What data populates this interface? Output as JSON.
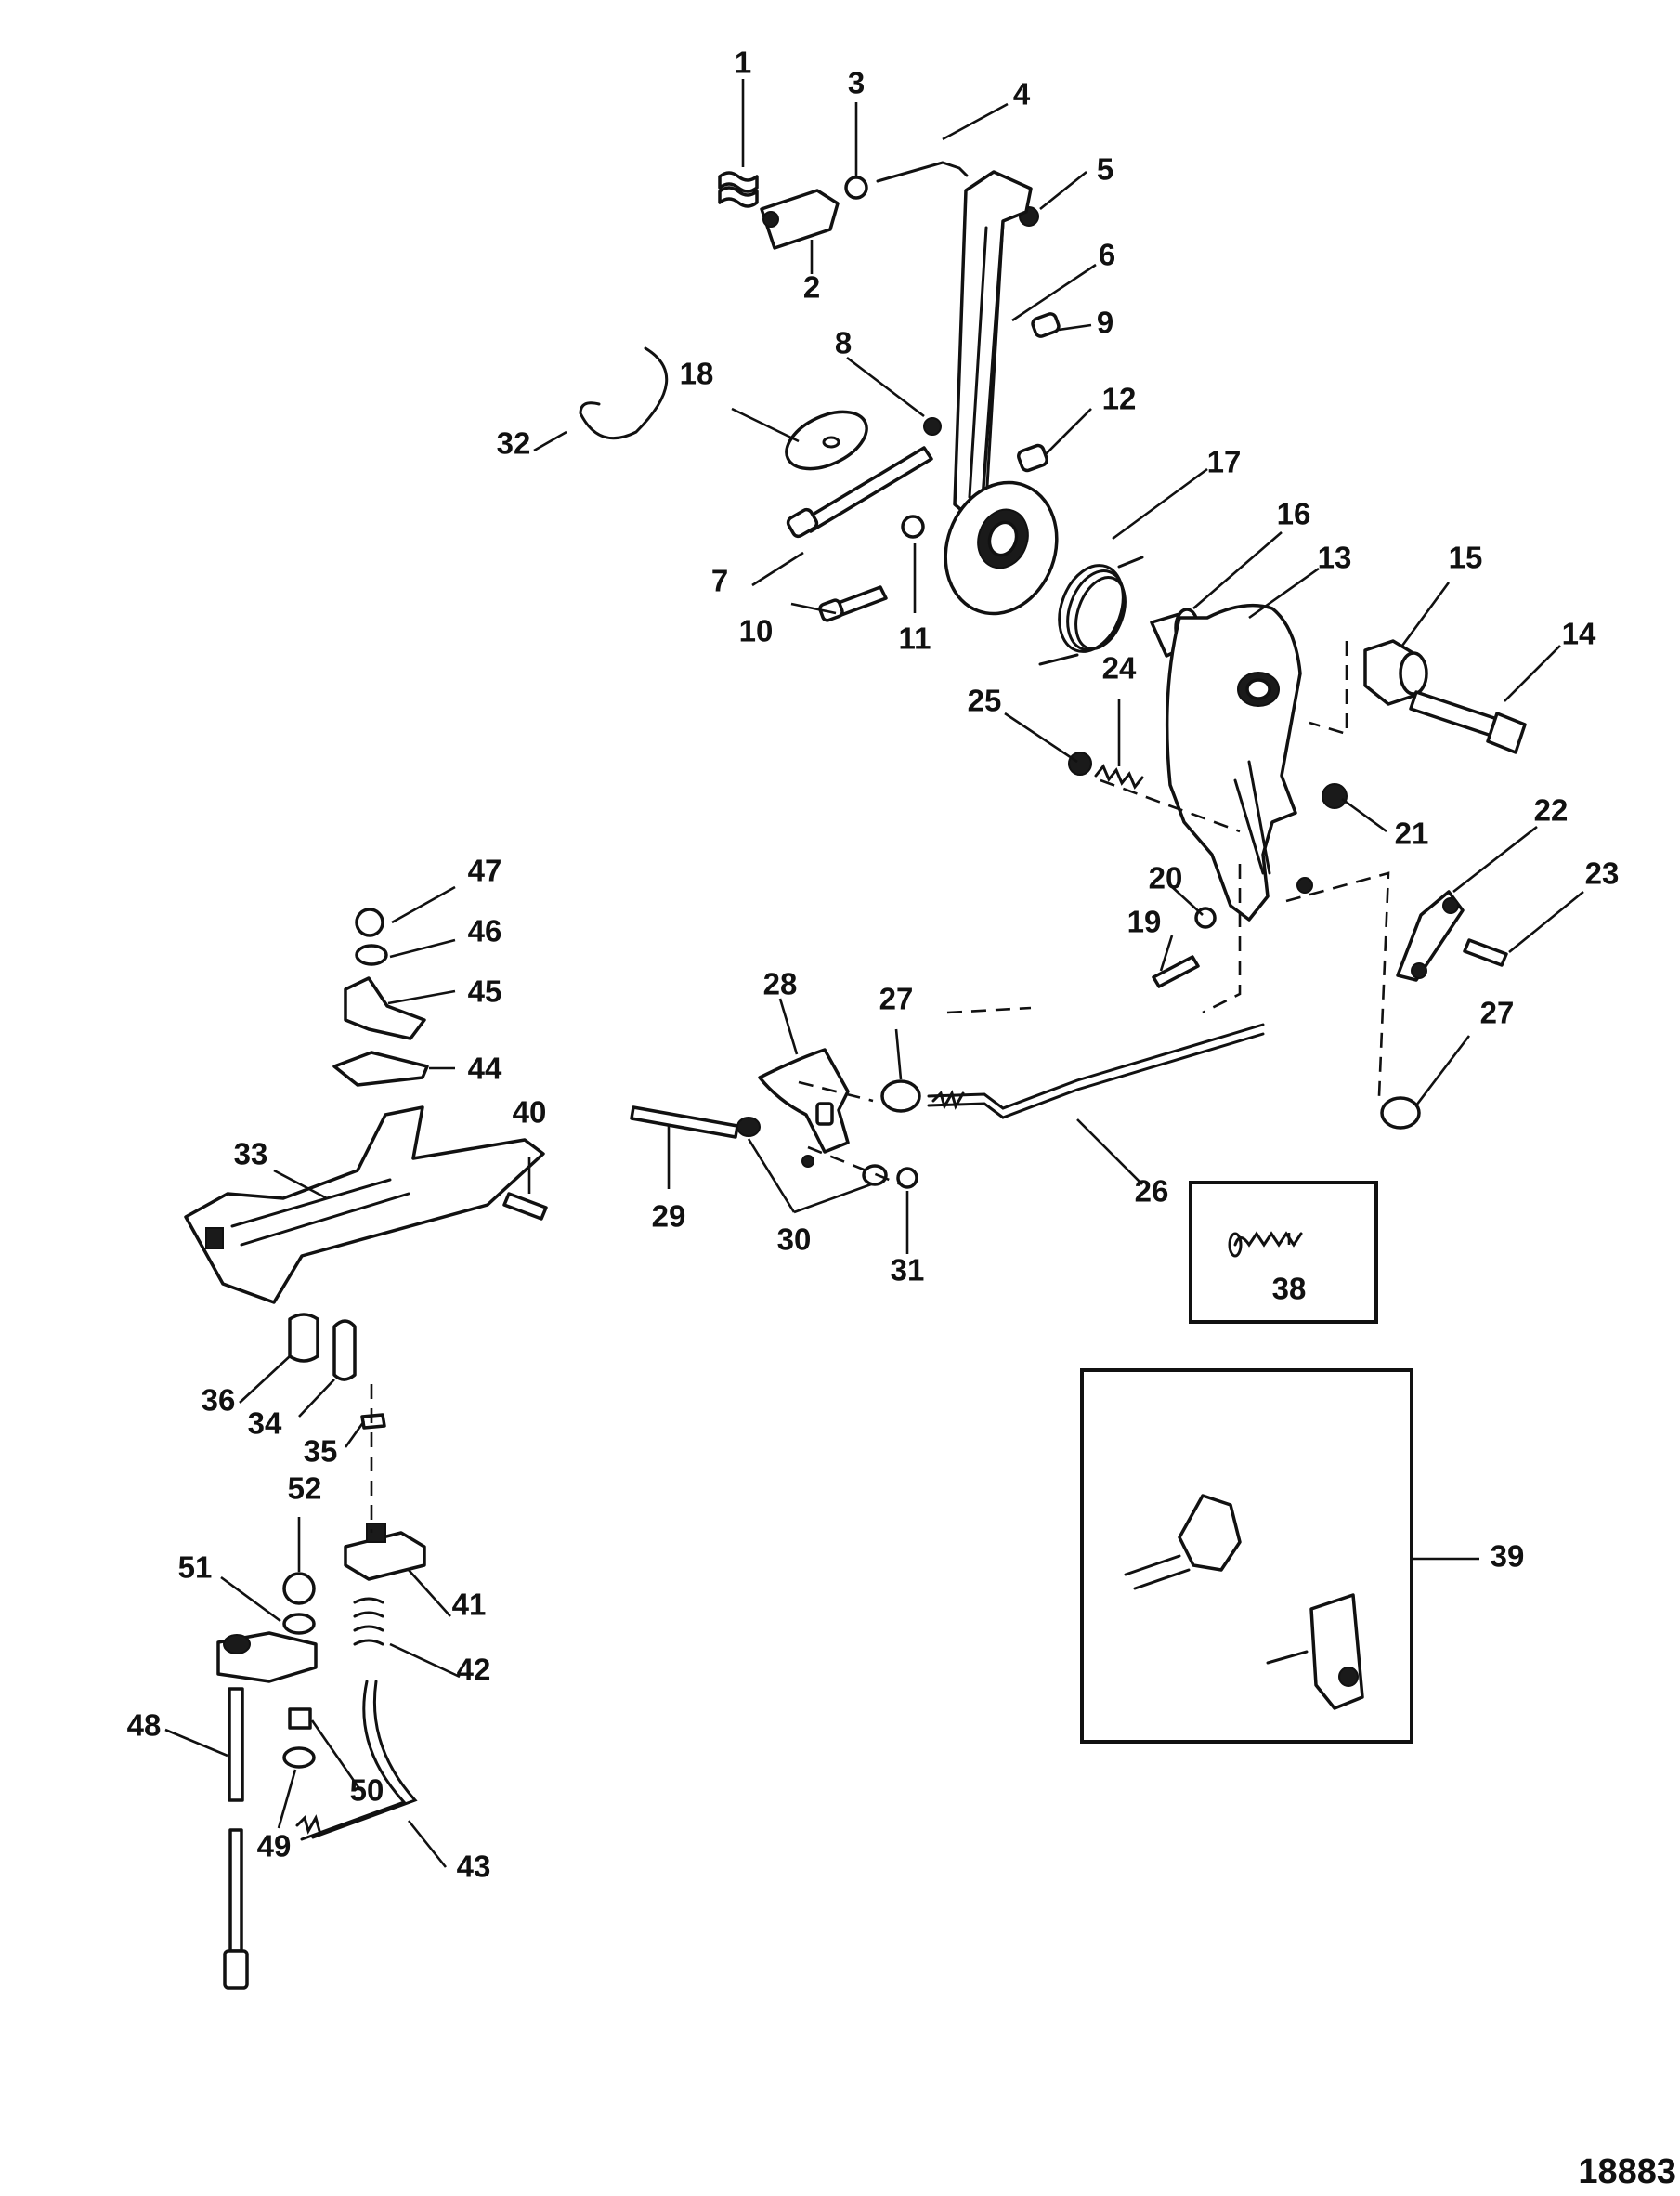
{
  "figure_number": "18883",
  "callouts": {
    "c1": "1",
    "c2": "2",
    "c3": "3",
    "c4": "4",
    "c5": "5",
    "c6": "6",
    "c7": "7",
    "c8": "8",
    "c9": "9",
    "c10": "10",
    "c11": "11",
    "c12": "12",
    "c13": "13",
    "c14": "14",
    "c15": "15",
    "c16": "16",
    "c17": "17",
    "c18": "18",
    "c19": "19",
    "c20": "20",
    "c21": "21",
    "c22": "22",
    "c23": "23",
    "c24": "24",
    "c25": "25",
    "c26": "26",
    "c27a": "27",
    "c27b": "27",
    "c28": "28",
    "c29": "29",
    "c30": "30",
    "c31": "31",
    "c32": "32",
    "c33": "33",
    "c34": "34",
    "c35": "35",
    "c36": "36",
    "c38": "38",
    "c39": "39",
    "c40": "40",
    "c41": "41",
    "c42": "42",
    "c43": "43",
    "c44": "44",
    "c45": "45",
    "c46": "46",
    "c47": "47",
    "c48": "48",
    "c49": "49",
    "c50": "50",
    "c51": "51",
    "c52": "52"
  }
}
